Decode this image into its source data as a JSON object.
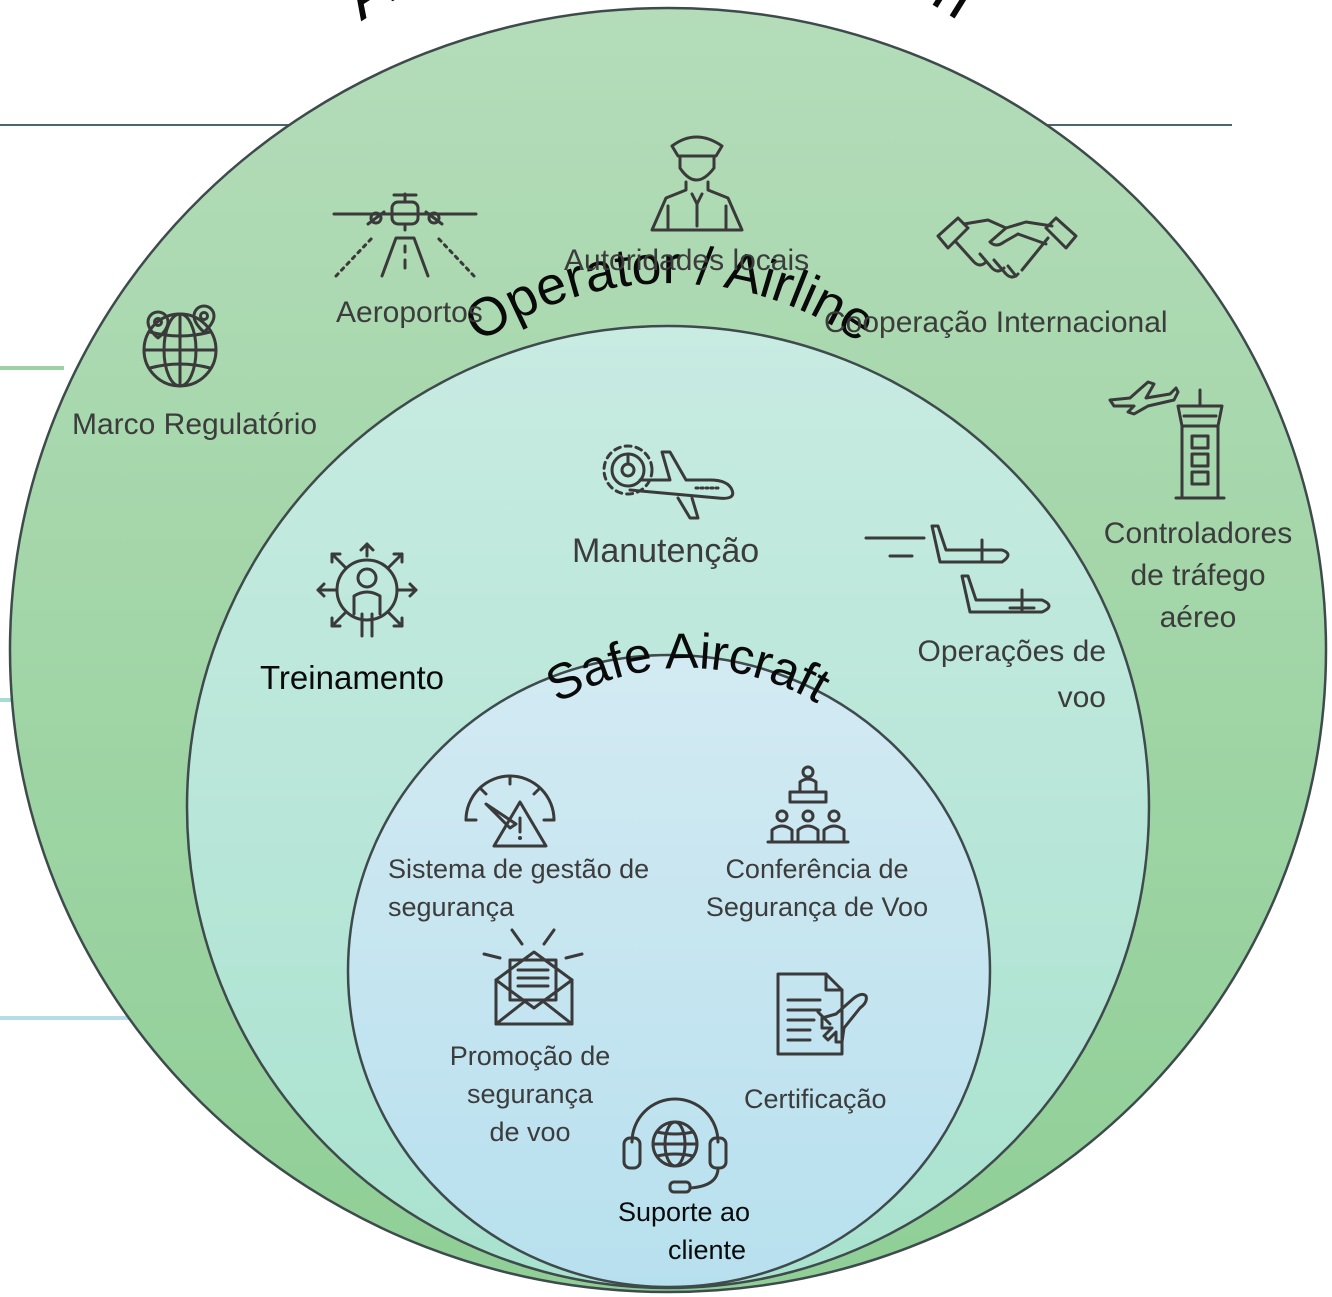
{
  "diagram": {
    "rings": {
      "outer": {
        "title": "Air Transport System",
        "fill_top": "#b4dcb9",
        "fill_bottom": "#8fcf96"
      },
      "middle": {
        "title": "Operator / Airline",
        "fill_top": "#c8ebe2",
        "fill_bottom": "#a9e2cf"
      },
      "inner": {
        "title": "Safe Aircraft",
        "fill_top": "#d3eaf2",
        "fill_bottom": "#b7e0ee"
      }
    },
    "outer_items": {
      "marco": "Marco Regulatório",
      "aeroportos": "Aeroportos",
      "autoridades": "Autoridades locais",
      "cooperacao": "Cooperação Internacional",
      "controladores_1": "Controladores",
      "controladores_2": "de tráfego",
      "controladores_3": "aéreo"
    },
    "middle_items": {
      "manutencao": "Manutenção",
      "treinamento": "Treinamento",
      "operacoes_1": "Operações de",
      "operacoes_2": "voo"
    },
    "inner_items": {
      "sgs_1": "Sistema de gestão de",
      "sgs_2": "segurança",
      "conferencia_1": "Conferência de",
      "conferencia_2": "Segurança de Voo",
      "promocao_1": "Promoção de",
      "promocao_2": "segurança",
      "promocao_3": "de voo",
      "certificacao": "Certificação",
      "suporte_1": "Suporte ao",
      "suporte_2": "cliente"
    },
    "accent_lines": {
      "slate": "#4a6670",
      "green": "#9dd3a4",
      "teal": "#a6dcd1",
      "blue": "#b6dde7"
    }
  }
}
